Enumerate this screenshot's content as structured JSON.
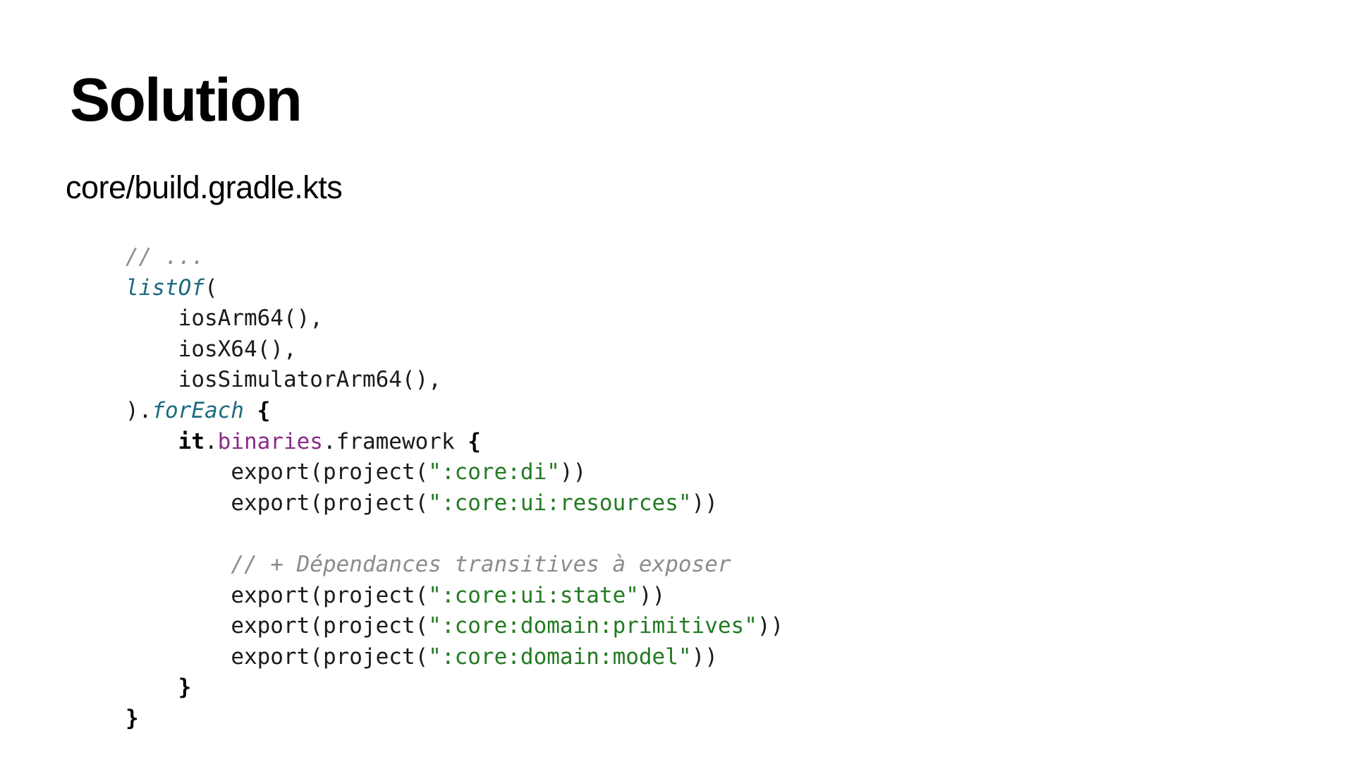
{
  "slide": {
    "title": "Solution",
    "subtitle": "core/build.gradle.kts"
  },
  "code": {
    "comment_top": "// ...",
    "list_of": "listOf",
    "open_paren": "(",
    "targets": [
      "iosArm64(),",
      "iosX64(),",
      "iosSimulatorArm64(),"
    ],
    "close_paren_dot": ").",
    "for_each": "forEach",
    "brace_open": "{",
    "it": "it",
    "dot": ".",
    "binaries": "binaries",
    "framework": ".framework",
    "export_prefix": "export(project(",
    "export_suffix": "))",
    "exports_primary": [
      "\":core:di\"",
      "\":core:ui:resources\""
    ],
    "comment_transitive": "// + Dépendances transitives à exposer",
    "exports_transitive": [
      "\":core:ui:state\"",
      "\":core:domain:primitives\"",
      "\":core:domain:model\""
    ],
    "brace_close": "}"
  }
}
